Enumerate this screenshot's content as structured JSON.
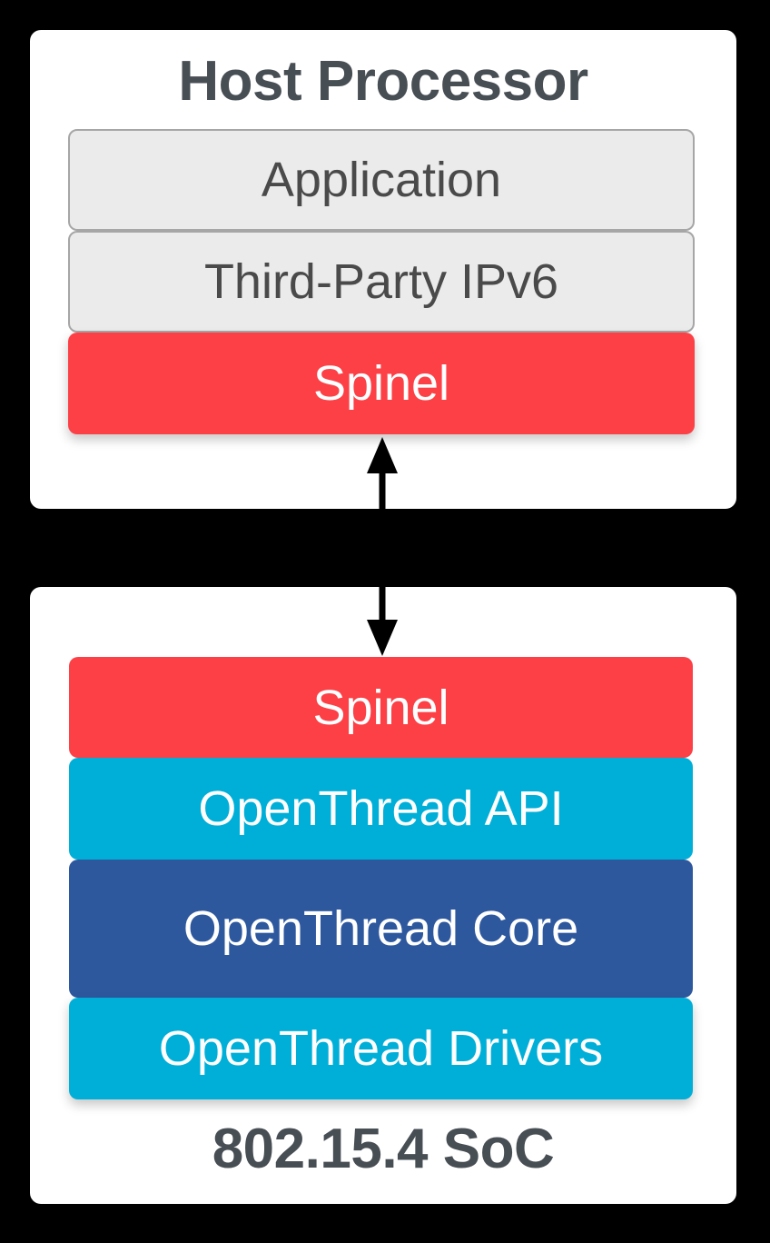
{
  "colors": {
    "background": "#000000",
    "card": "#FFFFFF",
    "red": "#FC4046",
    "cyan": "#00AFD8",
    "navy": "#2E589E",
    "gray_fill": "#EBEBEB",
    "gray_border": "#A6A6A6",
    "title_text": "#474E54",
    "gray_text": "#4A4A4A",
    "white_text": "#FFFFFF",
    "arrow": "#000000"
  },
  "host_card": {
    "title": "Host Processor",
    "layers": [
      {
        "label": "Application"
      },
      {
        "label": "Third-Party IPv6"
      },
      {
        "label": "Spinel"
      }
    ]
  },
  "soc_card": {
    "title": "802.15.4 SoC",
    "layers": [
      {
        "label": "Spinel"
      },
      {
        "label": "OpenThread API"
      },
      {
        "label": "OpenThread Core"
      },
      {
        "label": "OpenThread Drivers"
      }
    ]
  },
  "arrow": {
    "type": "bidirectional-vertical"
  }
}
